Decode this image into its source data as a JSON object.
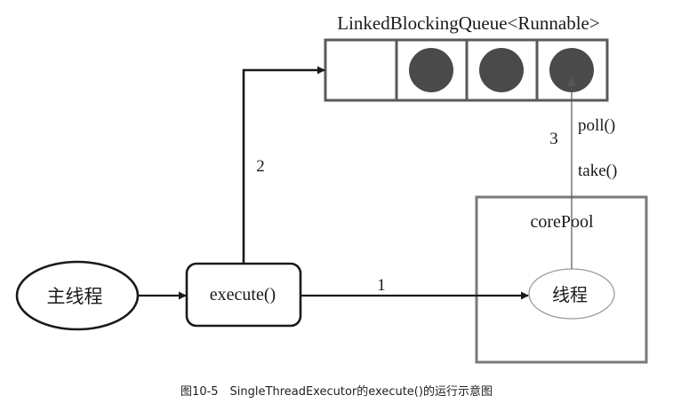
{
  "queue": {
    "label": "LinkedBlockingQueue<Runnable>",
    "slots": [
      {
        "filled": false
      },
      {
        "filled": true
      },
      {
        "filled": true
      },
      {
        "filled": true
      }
    ]
  },
  "nodes": {
    "main_thread": "主线程",
    "execute": "execute()",
    "core_pool": "corePool",
    "worker_thread": "线程"
  },
  "edges": {
    "step1": "1",
    "step2": "2",
    "step3": "3",
    "poll": "poll()",
    "take": "take()"
  },
  "caption": "图10-5　SingleThreadExecutor的execute()的运行示意图",
  "colors": {
    "line": "#1a1a1a",
    "ball": "#4a4a4a",
    "pool_border": "#7a7a7a",
    "thin_line": "#555555",
    "worker_border": "#9a9a9a"
  }
}
